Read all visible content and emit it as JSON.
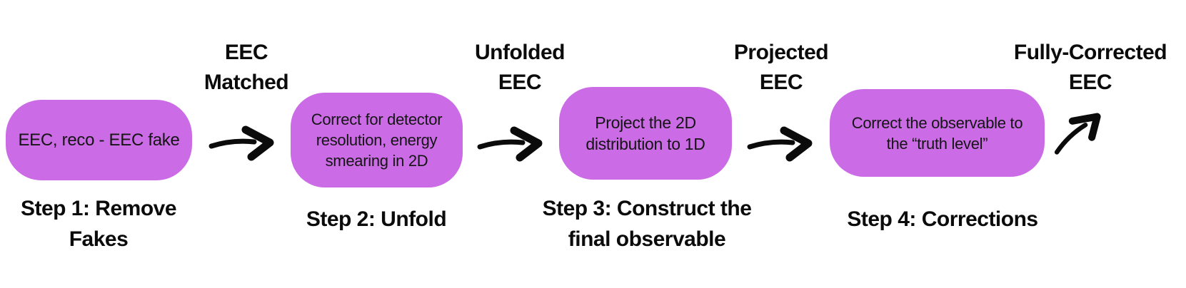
{
  "diagram": {
    "boxes": [
      {
        "text": "EEC, reco - EEC fake"
      },
      {
        "text": "Correct for detector\nresolution, energy\nsmearing in 2D"
      },
      {
        "text": "Project the 2D\ndistribution to 1D"
      },
      {
        "text": "Correct the observable to\nthe “truth level”"
      }
    ],
    "arrow_labels": [
      "EEC\nMatched",
      "Unfolded\nEEC",
      "Projected\nEEC",
      "Fully-Corrected\nEEC"
    ],
    "step_labels": [
      "Step 1: Remove\nFakes",
      "Step 2: Unfold",
      "Step 3: Construct the\nfinal observable",
      "Step 4: Corrections"
    ],
    "colors": {
      "box_fill": "#CB6CE6",
      "text": "#0B0B0B",
      "background": "#FFFFFF"
    }
  }
}
